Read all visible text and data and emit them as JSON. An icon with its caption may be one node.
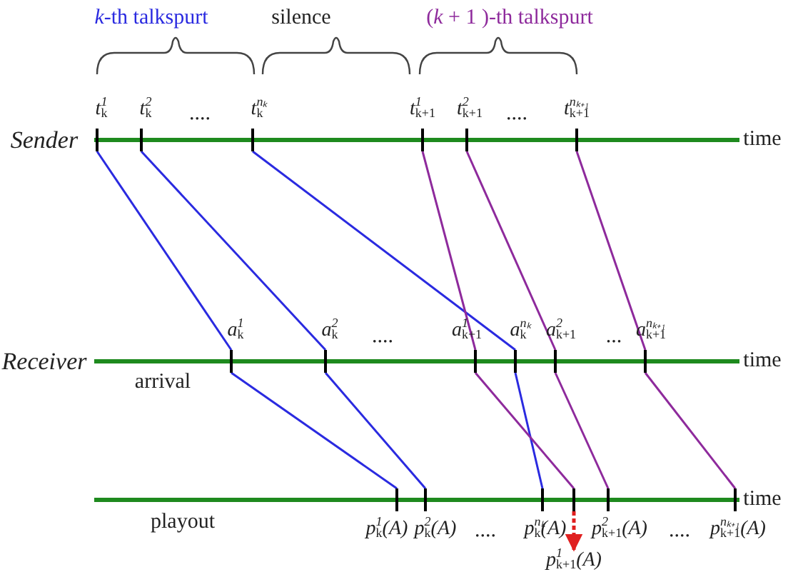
{
  "diagram": {
    "nodes": [
      {
        "text": [],
        "shape": "bar",
        "beside": [
          "t$^{1}$$_{k}$"
        ]
      },
      {
        "text": [],
        "shape": "bar",
        "beside": [
          "t$^{2}$$_{k}$"
        ]
      },
      {
        "text": [],
        "shape": "bar",
        "beside": [
          "t$^{nₖ}$$_{k}$"
        ]
      },
      {
        "text": [],
        "shape": "bar",
        "beside": [
          "t$^{1}$$_{k+1}$"
        ]
      },
      {
        "text": [],
        "shape": "bar",
        "beside": [
          "t$^{2}$$_{k+1}$"
        ]
      },
      {
        "text": [],
        "shape": "bar",
        "beside": [
          "t$^{nₖ₊₁}$$_{k+1}$"
        ]
      },
      {
        "text": [],
        "shape": "bar",
        "beside": [
          "a$^{1}$$_{k}$"
        ]
      },
      {
        "text": [],
        "shape": "bar",
        "beside": [
          "a$^{2}$$_{k}$"
        ]
      },
      {
        "text": [],
        "shape": "bar",
        "beside": [
          "a$^{1}$$_{k+1}$"
        ]
      },
      {
        "text": [],
        "shape": "bar",
        "beside": [
          "a$^{nₖ}$$_{k}$"
        ]
      },
      {
        "text": [],
        "shape": "bar",
        "beside": [
          "a$^{2}$$_{k+1}$"
        ]
      },
      {
        "text": [],
        "shape": "bar",
        "beside": [
          "a$^{nₖ₊₁}$$_{k+1}$"
        ]
      },
      {
        "text": [],
        "shape": "bar",
        "beside": [
          "p$^{1}$$_{k}$(A)"
        ]
      },
      {
        "text": [],
        "shape": "bar",
        "beside": [
          "p$^{2}$$_{k}$(A)"
        ]
      },
      {
        "text": [],
        "shape": "bar",
        "beside": [
          "p$^{nₖ}$$_{k}$(A)"
        ]
      },
      {
        "text": [],
        "shape": "bar"
      },
      {
        "text": [],
        "shape": "bar",
        "beside": [
          "p$^{2}$$_{k+1}$(A)"
        ]
      },
      {
        "text": [],
        "shape": "bar",
        "beside": [
          "p$^{nₖ₊₁}$$_{k+1}$(A)"
        ]
      },
      {
        "text": [
          "p$^{1}$$_{k+1}$(A)"
        ]
      }
    ],
    "edges": [
      {
        "from": 0,
        "to": 6,
        "arrow": "none",
        "color": "#2a2ae0"
      },
      {
        "from": 6,
        "to": 12,
        "arrow": "none",
        "color": "#2a2ae0"
      },
      {
        "from": 1,
        "to": 7,
        "arrow": "none",
        "color": "#2a2ae0"
      },
      {
        "from": 7,
        "to": 13,
        "arrow": "none",
        "color": "#2a2ae0"
      },
      {
        "from": 2,
        "to": 9,
        "arrow": "none",
        "color": "#2a2ae0"
      },
      {
        "from": 9,
        "to": 14,
        "arrow": "none",
        "color": "#2a2ae0"
      },
      {
        "from": 3,
        "to": 8,
        "arrow": "none",
        "color": "#8e2a9c"
      },
      {
        "from": 8,
        "to": 15,
        "arrow": "none",
        "color": "#8e2a9c"
      },
      {
        "from": 4,
        "to": 10,
        "arrow": "none",
        "color": "#8e2a9c"
      },
      {
        "from": 10,
        "to": 16,
        "arrow": "none",
        "color": "#8e2a9c"
      },
      {
        "from": 5,
        "to": 11,
        "arrow": "none",
        "color": "#8e2a9c"
      },
      {
        "from": 11,
        "to": 17,
        "arrow": "none",
        "color": "#8e2a9c"
      },
      {
        "from": 15,
        "to": 18,
        "arrow": "to",
        "style": "dashed",
        "color": "#e02020"
      }
    ],
    "labels": [
      "*k*-th talkspurt",
      "silence",
      "(*k* + 1 )-th talkspurt",
      "....",
      "....",
      "Sender",
      "time",
      "....",
      "...",
      "Receiver",
      "time",
      "arrival",
      "playout",
      "time",
      "....",
      "...."
    ]
  }
}
